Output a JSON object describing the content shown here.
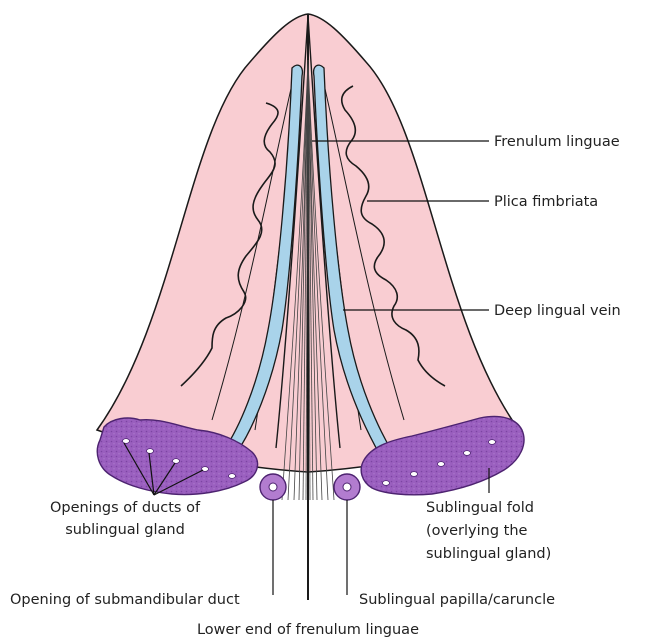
{
  "labels": {
    "frenulum_linguae": "Frenulum linguae",
    "plica_fimbriata": "Plica fimbriata",
    "deep_lingual_vein": "Deep lingual vein",
    "openings_ducts_line1": "Openings of ducts of",
    "openings_ducts_line2": "sublingual gland",
    "sublingual_fold_line1": "Sublingual fold",
    "sublingual_fold_line2": "(overlying the",
    "sublingual_fold_line3": "sublingual gland)",
    "opening_submandibular_duct": "Opening of submandibular duct",
    "sublingual_papilla": "Sublingual papilla/caruncle",
    "lower_end_frenulum": "Lower end of frenulum linguae"
  },
  "colors": {
    "tongue_fill": "#f9cdd2",
    "tongue_outline": "#1a1a1a",
    "vein_fill": "#a9d3ea",
    "gland_fill": "#9a5fbf",
    "gland_dark": "#6f3a93",
    "papilla_fill": "#b27ccf"
  }
}
